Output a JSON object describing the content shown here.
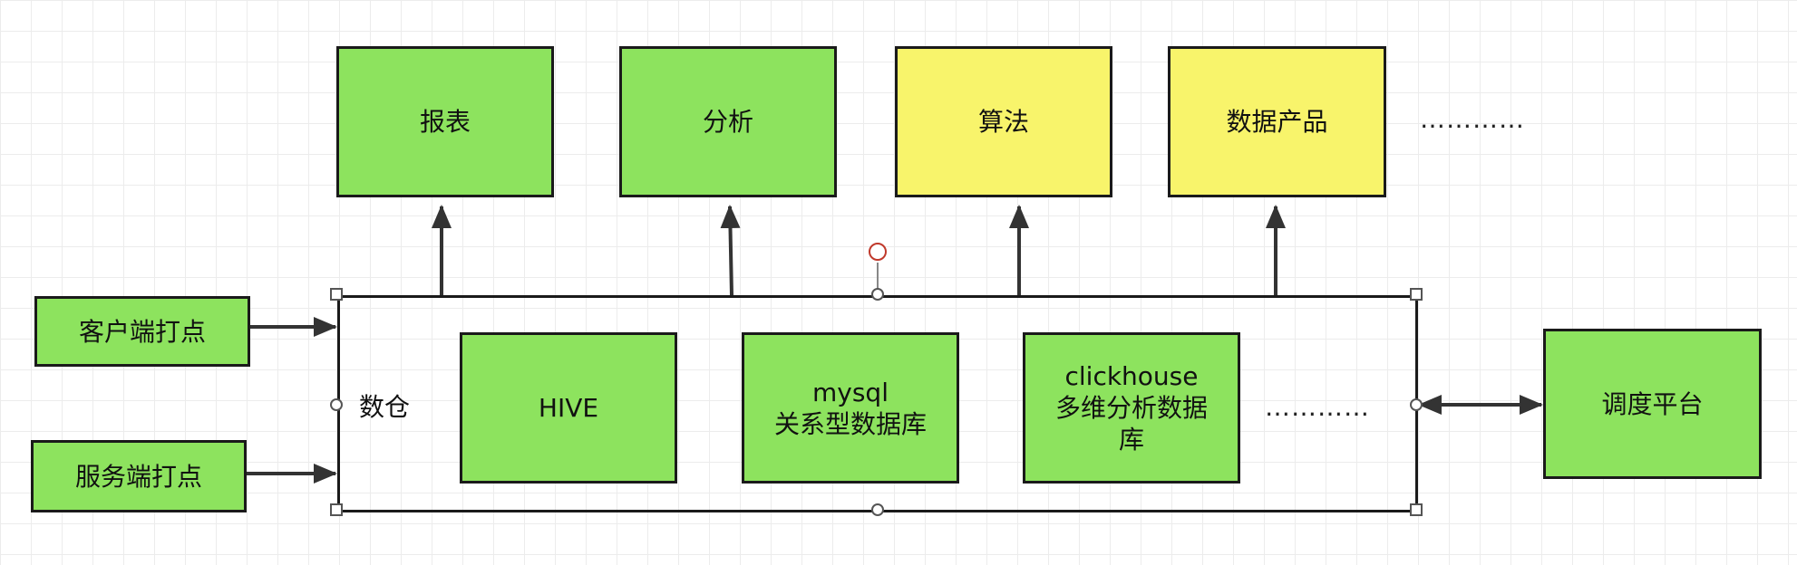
{
  "outputs": [
    {
      "label": "报表",
      "color": "#8de35e"
    },
    {
      "label": "分析",
      "color": "#8de35e"
    },
    {
      "label": "算法",
      "color": "#f8f46b"
    },
    {
      "label": "数据产品",
      "color": "#f8f46b"
    }
  ],
  "outputs_more": "…………",
  "sources": [
    {
      "label": "客户端打点"
    },
    {
      "label": "服务端打点"
    }
  ],
  "warehouse": {
    "label": "数仓",
    "components": [
      {
        "label": "HIVE"
      },
      {
        "label": "mysql\n关系型数据库"
      },
      {
        "label": "clickhouse\n多维分析数据\n库"
      }
    ],
    "more": "…………"
  },
  "scheduler": {
    "label": "调度平台"
  }
}
